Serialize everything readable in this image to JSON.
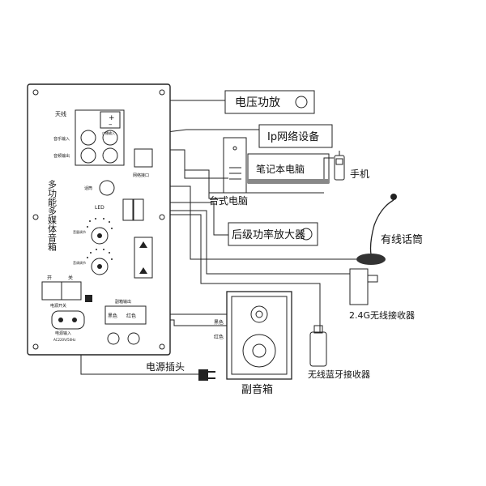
{
  "labels": {
    "voltage_amp": "电压功放",
    "ip_network": "Ip网络设备",
    "laptop": "笔记本电脑",
    "desktop": "台式电脑",
    "phone": "手机",
    "rear_amp": "后级功率放大器",
    "wired_mic": "有线话筒",
    "receiver_24g": "2.4G无线接收器",
    "bt_receiver": "无线蓝牙接收器",
    "subwoofer": "副音箱",
    "power_plug": "电源插头",
    "panel_title": "多功能多媒体音箱",
    "antenna": "天线",
    "audio_in": "音乐输入",
    "audio_out": "音频输出",
    "net_port": "网络接口",
    "mic_port": "话筒",
    "led": "LED",
    "power_switch": "电源开关",
    "power_input": "电源输入",
    "voltage_spec": "AC220V/50Hz",
    "sub_out": "副箱输出",
    "black": "黑色",
    "red": "红色",
    "red_wire": "红色",
    "black_wire": "黑色",
    "broadcast_in": "广播输入",
    "vol": "音量调节",
    "tone": "音调调节",
    "sw_on": "开",
    "sw_off": "关"
  }
}
